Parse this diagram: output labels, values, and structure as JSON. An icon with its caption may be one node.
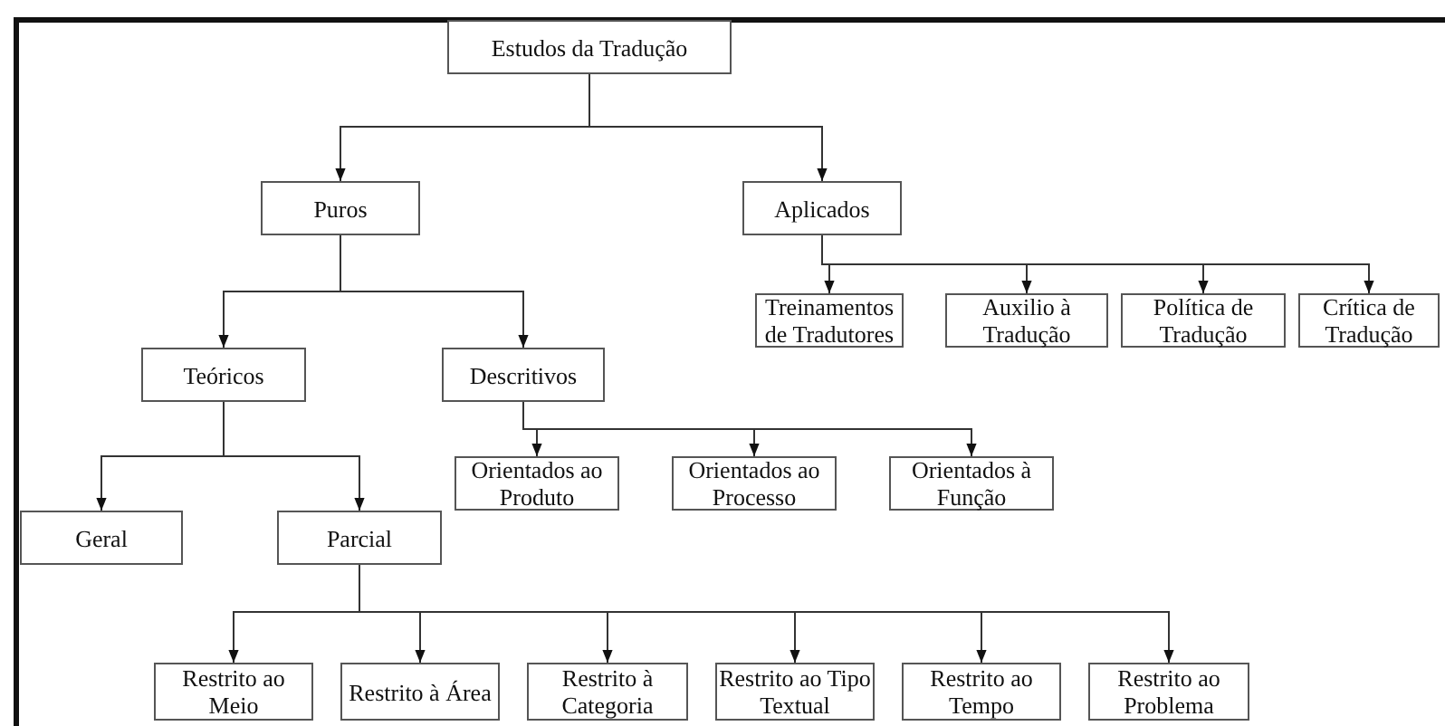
{
  "diagram": {
    "nodes": [
      {
        "text": [
          "Estudos da Tradução"
        ]
      },
      {
        "text": [
          "Puros"
        ]
      },
      {
        "text": [
          "Aplicados"
        ]
      },
      {
        "text": [
          "Treinamentos de Tradutores"
        ]
      },
      {
        "text": [
          "Auxilio à Tradução"
        ]
      },
      {
        "text": [
          "Política de Tradução"
        ]
      },
      {
        "text": [
          "Crítica de Tradução"
        ]
      },
      {
        "text": [
          "Teóricos"
        ]
      },
      {
        "text": [
          "Descritivos"
        ]
      },
      {
        "text": [
          "Orientados ao Produto"
        ]
      },
      {
        "text": [
          "Orientados ao Processo"
        ]
      },
      {
        "text": [
          "Orientados à Função"
        ]
      },
      {
        "text": [
          "Geral"
        ]
      },
      {
        "text": [
          "Parcial"
        ]
      },
      {
        "text": [
          "Restrito ao Meio"
        ]
      },
      {
        "text": [
          "Restrito à Área"
        ]
      },
      {
        "text": [
          "Restrito à Categoria"
        ]
      },
      {
        "text": [
          "Restrito ao Tipo Textual"
        ]
      },
      {
        "text": [
          "Restrito ao Tempo"
        ]
      },
      {
        "text": [
          "Restrito ao Problema"
        ]
      }
    ],
    "edges": [
      {
        "from": 0,
        "to": 1,
        "arrow": "to"
      },
      {
        "from": 0,
        "to": 2,
        "arrow": "to"
      },
      {
        "from": 2,
        "to": 3,
        "arrow": "to"
      },
      {
        "from": 2,
        "to": 4,
        "arrow": "to"
      },
      {
        "from": 2,
        "to": 5,
        "arrow": "to"
      },
      {
        "from": 2,
        "to": 6,
        "arrow": "to"
      },
      {
        "from": 1,
        "to": 7,
        "arrow": "to"
      },
      {
        "from": 1,
        "to": 8,
        "arrow": "to"
      },
      {
        "from": 8,
        "to": 9,
        "arrow": "to"
      },
      {
        "from": 8,
        "to": 10,
        "arrow": "to"
      },
      {
        "from": 8,
        "to": 11,
        "arrow": "to"
      },
      {
        "from": 7,
        "to": 12,
        "arrow": "to"
      },
      {
        "from": 7,
        "to": 13,
        "arrow": "to"
      },
      {
        "from": 13,
        "to": 14,
        "arrow": "to"
      },
      {
        "from": 13,
        "to": 15,
        "arrow": "to"
      },
      {
        "from": 13,
        "to": 16,
        "arrow": "to"
      },
      {
        "from": 13,
        "to": 17,
        "arrow": "to"
      },
      {
        "from": 13,
        "to": 18,
        "arrow": "to"
      },
      {
        "from": 13,
        "to": 19,
        "arrow": "to"
      }
    ]
  }
}
